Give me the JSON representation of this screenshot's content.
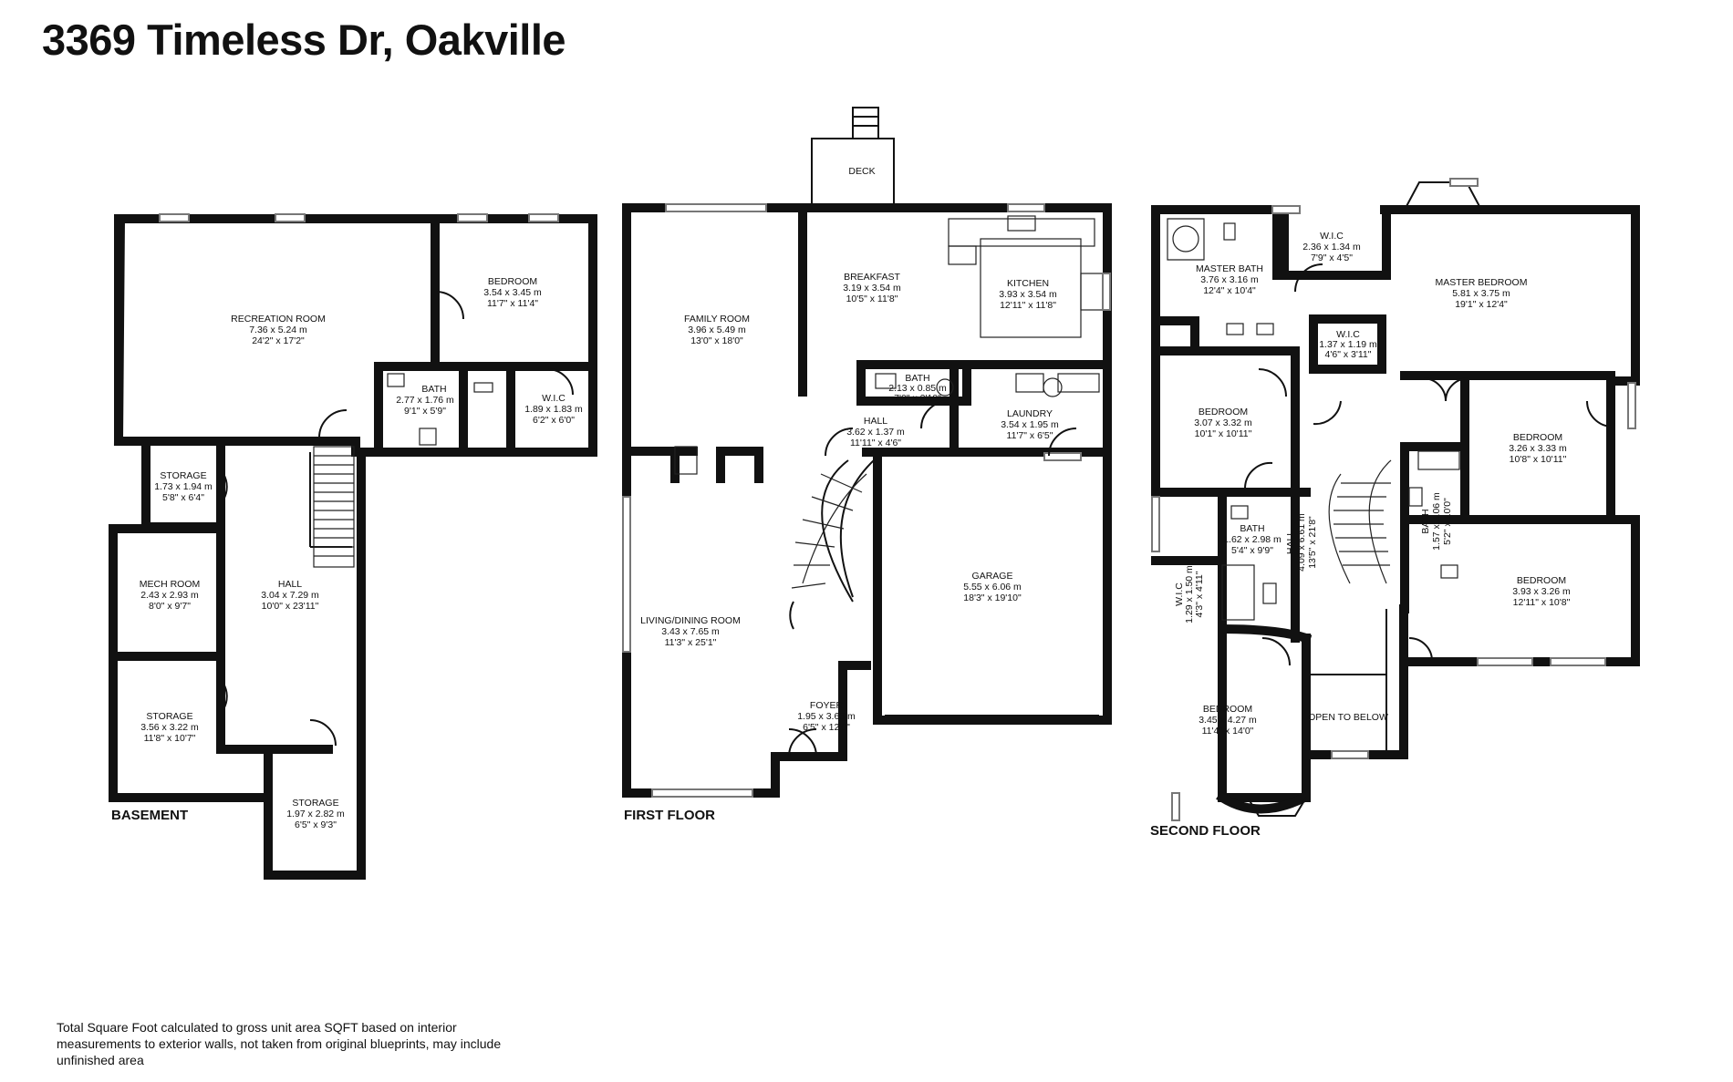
{
  "title": "3369 Timeless Dr, Oakville",
  "floors": {
    "basement": "BASEMENT",
    "first": "FIRST FLOOR",
    "second": "SECOND FLOOR"
  },
  "rooms": {
    "b_recreation": {
      "name": "RECREATION ROOM",
      "m": "7.36 x 5.24 m",
      "ft": "24'2\" x 17'2\""
    },
    "b_bedroom": {
      "name": "BEDROOM",
      "m": "3.54 x 3.45 m",
      "ft": "11'7\" x 11'4\""
    },
    "b_bath": {
      "name": "BATH",
      "m": "2.77 x 1.76 m",
      "ft": "9'1\" x 5'9\""
    },
    "b_wic": {
      "name": "W.I.C",
      "m": "1.89 x 1.83 m",
      "ft": "6'2\" x 6'0\""
    },
    "b_storage1": {
      "name": "STORAGE",
      "m": "1.73 x 1.94 m",
      "ft": "5'8\" x 6'4\""
    },
    "b_mech": {
      "name": "MECH ROOM",
      "m": "2.43 x 2.93 m",
      "ft": "8'0\" x 9'7\""
    },
    "b_hall": {
      "name": "HALL",
      "m": "3.04 x 7.29 m",
      "ft": "10'0\" x 23'11\""
    },
    "b_storage2": {
      "name": "STORAGE",
      "m": "3.56 x 3.22 m",
      "ft": "11'8\" x 10'7\""
    },
    "b_storage3": {
      "name": "STORAGE",
      "m": "1.97 x 2.82 m",
      "ft": "6'5\" x 9'3\""
    },
    "f_deck": {
      "name": "DECK"
    },
    "f_family": {
      "name": "FAMILY ROOM",
      "m": "3.96 x 5.49 m",
      "ft": "13'0\" x 18'0\""
    },
    "f_breakfast": {
      "name": "BREAKFAST",
      "m": "3.19 x 3.54 m",
      "ft": "10'5\" x 11'8\""
    },
    "f_kitchen": {
      "name": "KITCHEN",
      "m": "3.93 x 3.54 m",
      "ft": "12'11\" x 11'8\""
    },
    "f_bath": {
      "name": "BATH",
      "m": "2.13 x 0.85 m",
      "ft": "7'0\" x 2'10\""
    },
    "f_hall": {
      "name": "HALL",
      "m": "3.62 x 1.37 m",
      "ft": "11'11\" x 4'6\""
    },
    "f_laundry": {
      "name": "LAUNDRY",
      "m": "3.54 x 1.95 m",
      "ft": "11'7\" x 6'5\""
    },
    "f_garage": {
      "name": "GARAGE",
      "m": "5.55 x 6.06 m",
      "ft": "18'3\" x 19'10\""
    },
    "f_living": {
      "name": "LIVING/DINING ROOM",
      "m": "3.43 x 7.65 m",
      "ft": "11'3\" x 25'1\""
    },
    "f_foyer": {
      "name": "FOYER",
      "m": "1.95 x 3.65 m",
      "ft": "6'5\" x 12'0\""
    },
    "s_masterbath": {
      "name": "MASTER BATH",
      "m": "3.76 x 3.16 m",
      "ft": "12'4\" x 10'4\""
    },
    "s_wic1": {
      "name": "W.I.C",
      "m": "2.36 x 1.34 m",
      "ft": "7'9\" x 4'5\""
    },
    "s_master": {
      "name": "MASTER BEDROOM",
      "m": "5.81 x 3.75 m",
      "ft": "19'1\" x 12'4\""
    },
    "s_wic2": {
      "name": "W.I.C",
      "m": "1.37 x 1.19 m",
      "ft": "4'6\" x 3'11\""
    },
    "s_bed1": {
      "name": "BEDROOM",
      "m": "3.07 x 3.32 m",
      "ft": "10'1\" x 10'11\""
    },
    "s_bed2": {
      "name": "BEDROOM",
      "m": "3.26 x 3.33 m",
      "ft": "10'8\" x 10'11\""
    },
    "s_bath1": {
      "name": "BATH",
      "m": "1.62 x 2.98 m",
      "ft": "5'4\" x 9'9\""
    },
    "s_hall": {
      "name": "HALL",
      "m": "4.09 x 6.61 m",
      "ft": "13'5\" x 21'8\""
    },
    "s_bath2": {
      "name": "BATH",
      "m": "1.57 x 3.06 m",
      "ft": "5'2\" x 10'0\""
    },
    "s_bed3": {
      "name": "BEDROOM",
      "m": "3.93 x 3.26 m",
      "ft": "12'11\" x 10'8\""
    },
    "s_wic3": {
      "name": "W.I.C",
      "m": "1.29 x 1.50 m",
      "ft": "4'3\" x 4'11\""
    },
    "s_bed4": {
      "name": "BEDROOM",
      "m": "3.45 x 4.27 m",
      "ft": "11'4\" x 14'0\""
    },
    "s_open": {
      "name": "OPEN TO BELOW"
    }
  },
  "note": "Total Square Foot calculated to gross unit area SQFT based on interior measurements to exterior walls, not taken from original blueprints, may include unfinished area"
}
